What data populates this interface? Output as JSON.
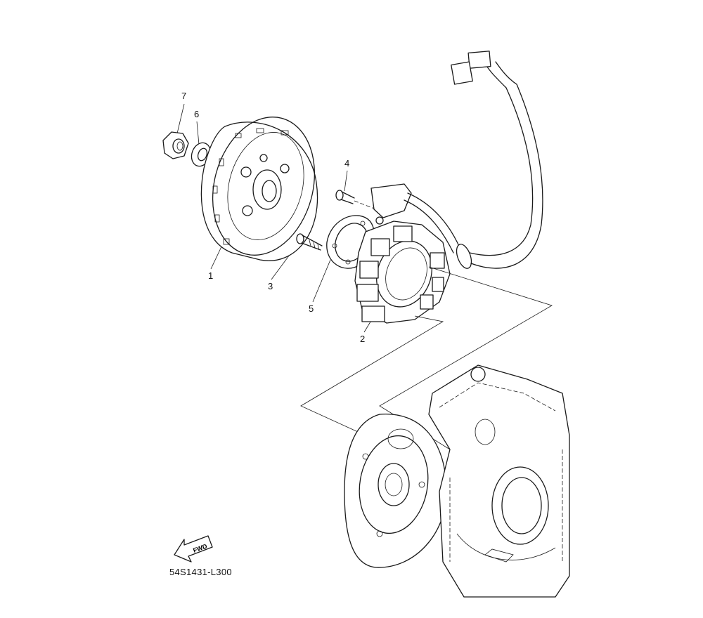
{
  "diagram": {
    "callouts": [
      {
        "number": "1",
        "part": "rotor"
      },
      {
        "number": "2",
        "part": "stator"
      },
      {
        "number": "3",
        "part": "bolt"
      },
      {
        "number": "4",
        "part": "bolt"
      },
      {
        "number": "5",
        "part": "plate"
      },
      {
        "number": "6",
        "part": "washer"
      },
      {
        "number": "7",
        "part": "nut"
      }
    ],
    "fwd_label": "FWD",
    "drawing_code": "54S1431-L300"
  }
}
